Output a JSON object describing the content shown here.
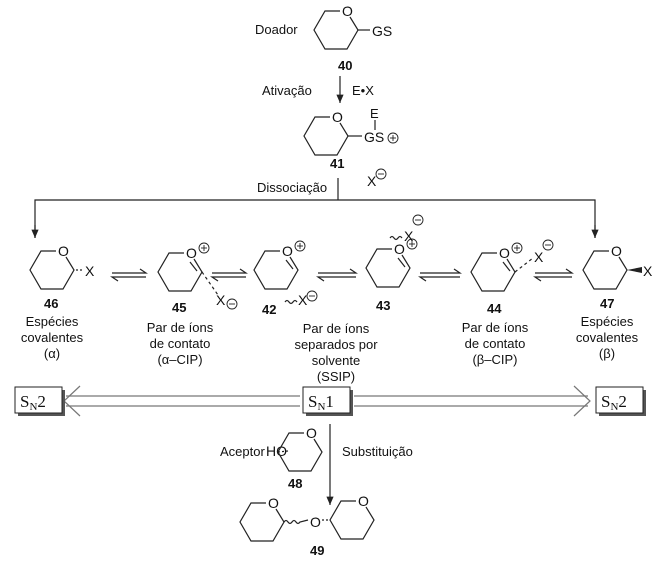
{
  "donor": {
    "label": "Doador",
    "group": "GS",
    "number": "40"
  },
  "activation": {
    "label": "Ativação",
    "reagent": "E•X"
  },
  "activated": {
    "number": "41",
    "e": "E",
    "group": "GS",
    "counter": "X"
  },
  "dissociation": {
    "label": "Dissociação"
  },
  "species": [
    {
      "number": "46",
      "lines": [
        "Espécies",
        "covalentes",
        "(α)"
      ]
    },
    {
      "number": "45",
      "lines": [
        "Par de íons",
        "de contato",
        "(α–CIP)"
      ]
    },
    {
      "number": "42",
      "lines": []
    },
    {
      "number": "",
      "lines": [
        "Par de íons",
        "separados por",
        "solvente",
        "(SSIP)"
      ]
    },
    {
      "number": "43",
      "lines": []
    },
    {
      "number": "44",
      "lines": [
        "Par de íons",
        "de contato",
        "(β–CIP)"
      ]
    },
    {
      "number": "47",
      "lines": [
        "Espécies",
        "covalentes",
        "(β)"
      ]
    }
  ],
  "atoms": {
    "o": "O",
    "x": "X",
    "ho": "HO",
    "plus": "+",
    "minus": "−"
  },
  "mechanisms": {
    "left": {
      "s": "S",
      "n": "N",
      "k": "2"
    },
    "center": {
      "s": "S",
      "n": "N",
      "k": "1"
    },
    "right": {
      "s": "S",
      "n": "N",
      "k": "2"
    }
  },
  "acceptor": {
    "label": "Aceptor",
    "number": "48"
  },
  "substitution": {
    "label": "Substituição"
  },
  "product": {
    "number": "49"
  }
}
